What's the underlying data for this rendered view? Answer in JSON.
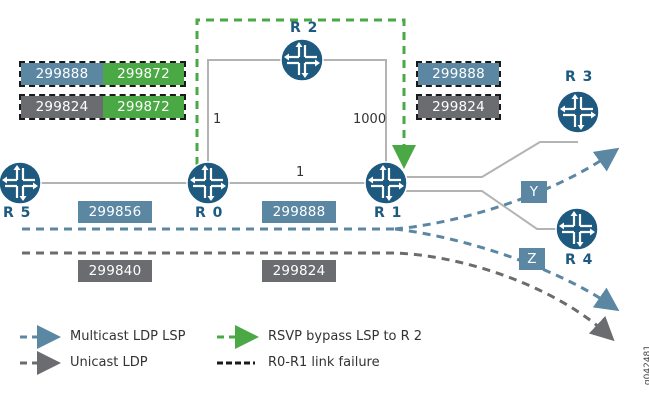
{
  "colors": {
    "router_fill": "#1e5a80",
    "multicast": "#5b87a3",
    "unicast": "#6b6c70",
    "rsvp_bypass": "#4aa845",
    "link": "#b3b3b3",
    "failure": "#1a1a1a"
  },
  "routers": [
    {
      "id": "R5",
      "label": "R 5"
    },
    {
      "id": "R0",
      "label": "R 0"
    },
    {
      "id": "R1",
      "label": "R 1"
    },
    {
      "id": "R2",
      "label": "R 2"
    },
    {
      "id": "R3",
      "label": "R 3"
    },
    {
      "id": "R4",
      "label": "R 4"
    }
  ],
  "metrics": {
    "r0_r2": "1",
    "r2_r1": "1000",
    "r0_r1": "1"
  },
  "labels": {
    "r5_r0_multicast": "299856",
    "r0_r1_multicast": "299888",
    "r5_r0_unicast": "299840",
    "r0_r1_unicast": "299824",
    "r0_stack_multicast": [
      "299888",
      "299872"
    ],
    "r0_stack_unicast": [
      "299824",
      "299872"
    ],
    "r1_multicast": "299888",
    "r1_unicast": "299824",
    "branch_y": "Y",
    "branch_z": "Z"
  },
  "legend": [
    {
      "key": "multicast",
      "text": "Multicast LDP LSP"
    },
    {
      "key": "rsvp",
      "text": "RSVP bypass LSP to R 2"
    },
    {
      "key": "unicast",
      "text": "Unicast LDP"
    },
    {
      "key": "failure",
      "text": "R0-R1 link failure"
    }
  ],
  "figure_id": "g042481"
}
